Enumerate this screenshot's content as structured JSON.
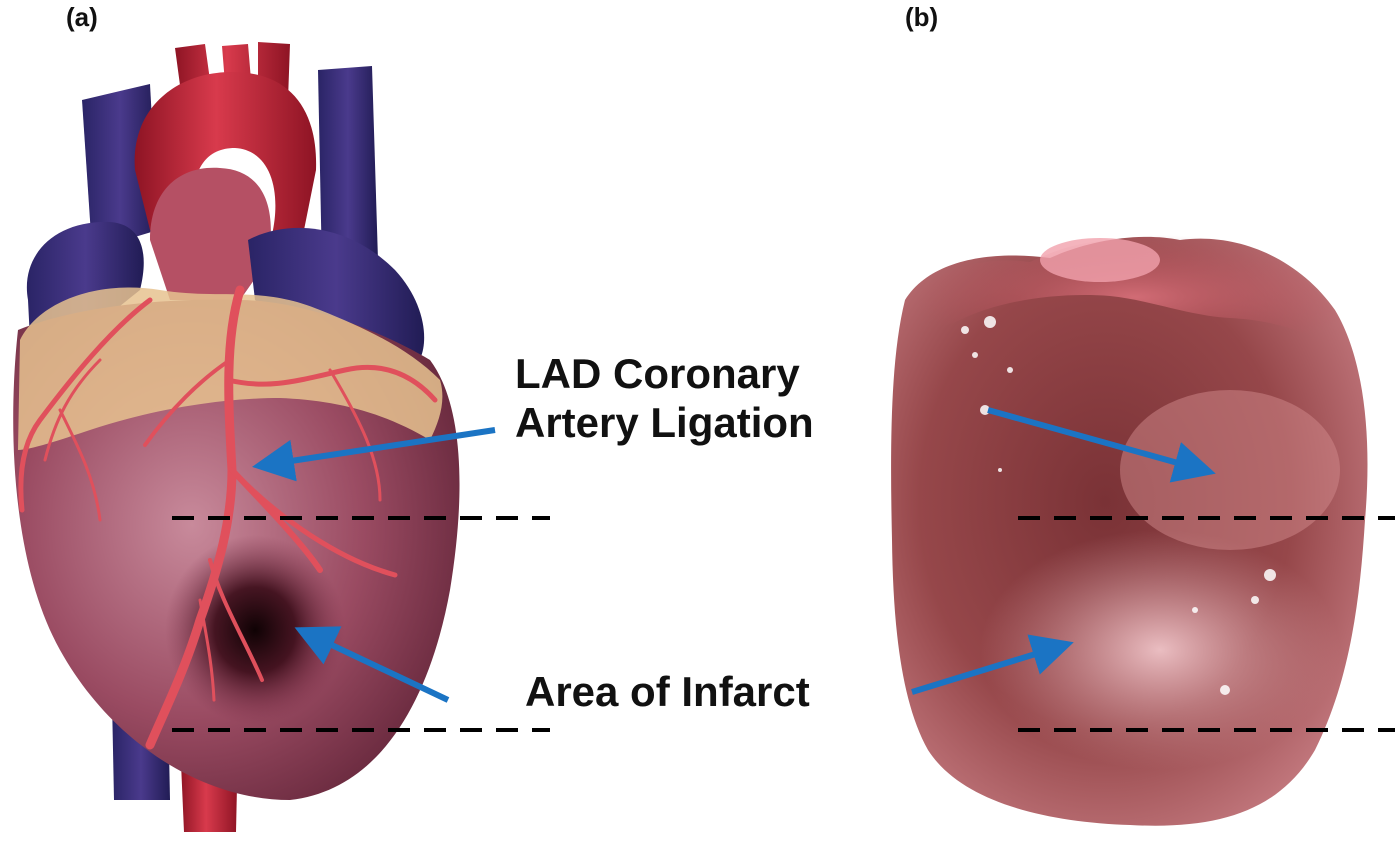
{
  "panels": {
    "a": {
      "label": "(a)"
    },
    "b": {
      "label": "(b)"
    }
  },
  "annotations": {
    "lad_line1": "LAD Coronary",
    "lad_line2": "Artery Ligation",
    "infarct": "Area of Infarct"
  },
  "colors": {
    "arrow": "#1b74c4",
    "dash": "#000000",
    "aorta": "#c0283a",
    "vein": "#3b2b78",
    "fat": "#e6c28f",
    "heart_muscle": "#9a4b62",
    "infarct_core": "#1a0508",
    "rat_heart": "#8c3a3c"
  }
}
